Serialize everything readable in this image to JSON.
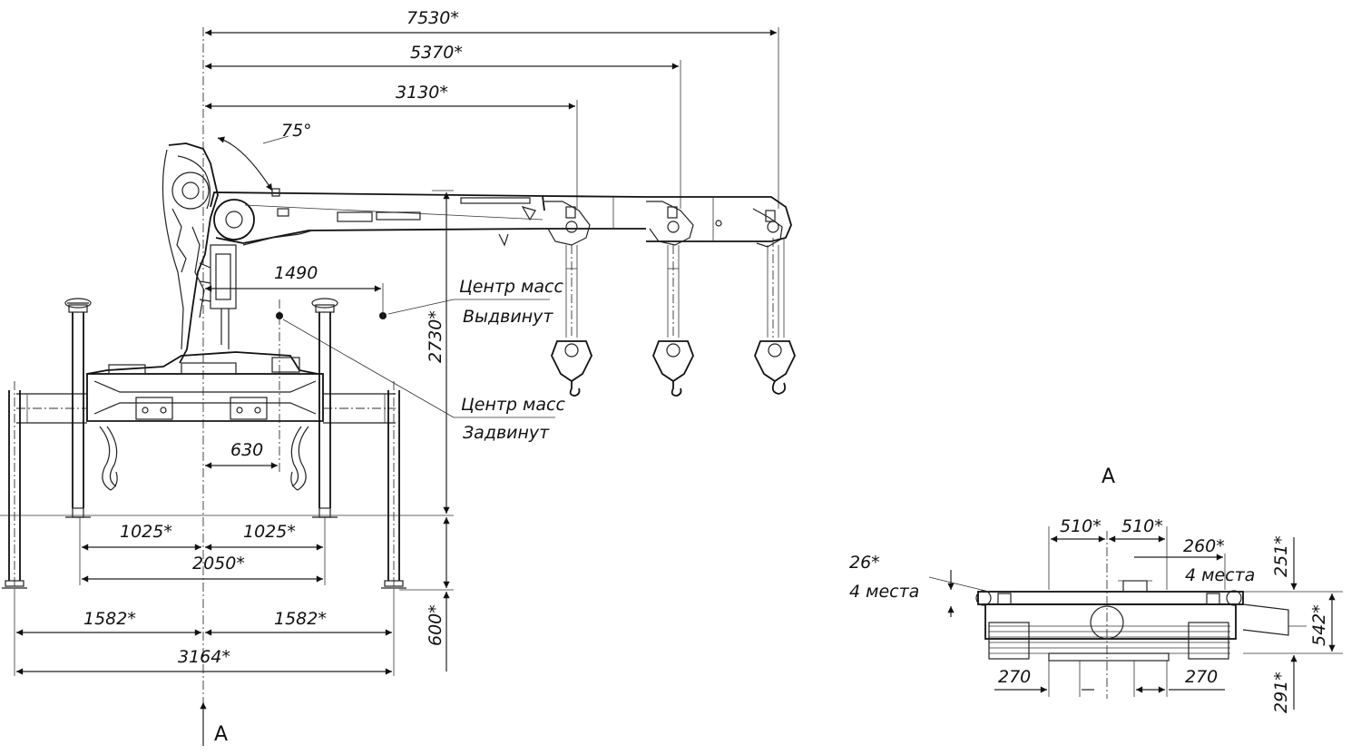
{
  "dimensions": {
    "reach_max": "7530*",
    "reach_mid": "5370*",
    "reach_min": "3130*",
    "boom_angle": "75°",
    "cm_extended_offset": "1490",
    "cm_retracted_offset": "630",
    "height_total": "2730*",
    "height_ground": "600*",
    "outrigger_left": "1025*",
    "outrigger_right": "1025*",
    "outrigger_span": "2050*",
    "ext_left": "1582*",
    "ext_right": "1582*",
    "ext_span": "3164*"
  },
  "labels": {
    "cm_label_1": "Центр масс",
    "cm_state_1": "Выдвинут",
    "cm_label_2": "Центр масс",
    "cm_state_2": "Задвинут"
  },
  "view_marker": {
    "arrow_label": "А",
    "view_title": "А"
  },
  "view_a": {
    "dim_510_left": "510*",
    "dim_510_right": "510*",
    "dim_260": "260*",
    "dim_260_note": "4 места",
    "dim_26": "26*",
    "dim_26_note": "4 места",
    "dim_251": "251*",
    "dim_542": "542*",
    "dim_291": "291*",
    "dim_270_left": "270",
    "dim_270_right": "270"
  }
}
